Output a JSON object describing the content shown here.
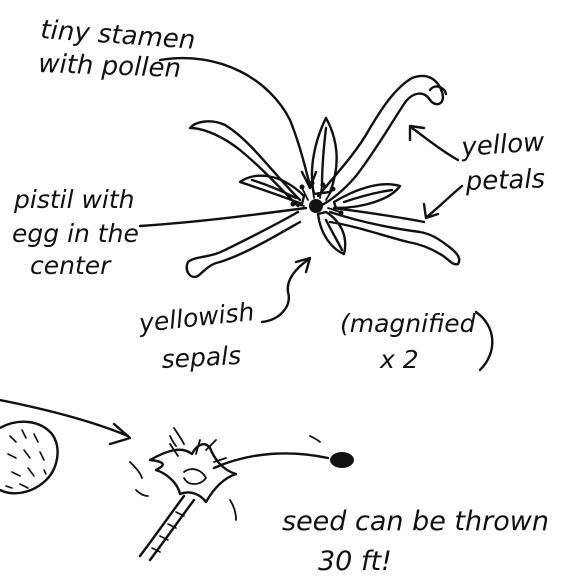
{
  "labels": {
    "stamen_line1": "tiny stamen",
    "stamen_line2": "with pollen",
    "yellow_petals_line1": "yellow",
    "yellow_petals_line2": "petals",
    "pistil_line1": "pistil with",
    "pistil_line2": "egg in the",
    "pistil_line3": "center",
    "sepals_line1": "yellowish",
    "sepals_line2": "sepals",
    "magnified_line1": "(magnified",
    "magnified_line2": "x 2",
    "seed_line1": "seed can be thrown",
    "seed_line2": "30 ft!"
  },
  "colors": {
    "ink": "#111111",
    "paper": "#ffffff"
  }
}
